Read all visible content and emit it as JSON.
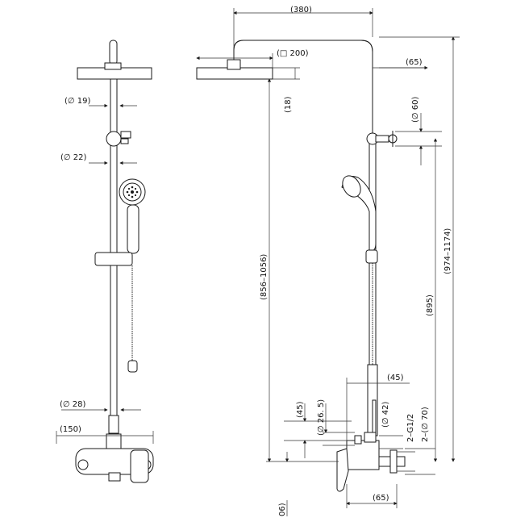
{
  "dimensions": {
    "left": {
      "pipe_diameter_top": "(∅ 19)",
      "pipe_diameter_mid": "(∅ 22)",
      "pipe_diameter_bottom": "(∅ 28)",
      "valve_offset": "(150)"
    },
    "right": {
      "arm_length": "(380)",
      "head_diameter": "(□ 200)",
      "head_height": "(18)",
      "arm_offset": "(65)",
      "holder_diameter": "(∅ 60)",
      "rail_height": "(856–1056)",
      "total_height": "(974–1174)",
      "holder_height": "(895)",
      "valve_depth": "(45)",
      "inlet_offset_left": "(45)",
      "inlet_diameter": "(∅ 26. 5)",
      "body_diameter": "(∅ 42)",
      "thread": "2–G1/2",
      "flange_diameter": "2–(∅ 70)",
      "bottom_offset": "(65)",
      "bottom_height": "06)"
    }
  }
}
